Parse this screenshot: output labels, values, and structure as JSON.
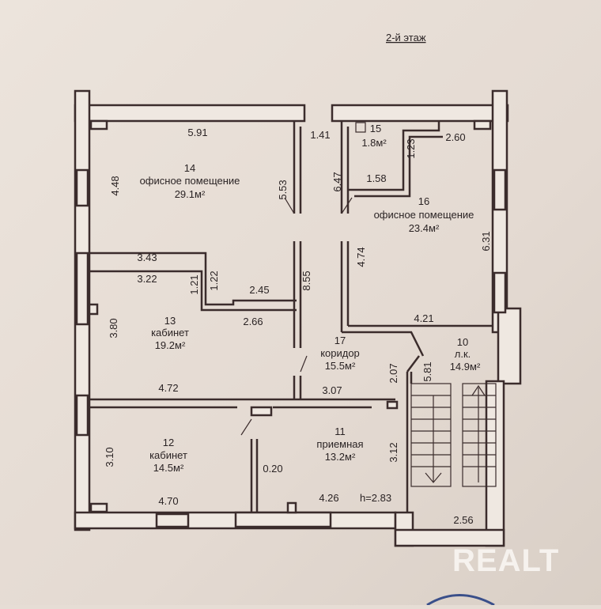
{
  "floor_title": "2-й этаж",
  "rooms": [
    {
      "number": "14",
      "name": "офисное помещение",
      "area": "29.1м²"
    },
    {
      "number": "15",
      "name": "",
      "area": "1.8м²"
    },
    {
      "number": "16",
      "name": "офисное помещение",
      "area": "23.4м²"
    },
    {
      "number": "13",
      "name": "кабинет",
      "area": "19.2м²"
    },
    {
      "number": "17",
      "name": "коридор",
      "area": "15.5м²"
    },
    {
      "number": "10",
      "name": "л.к.",
      "area": "14.9м²"
    },
    {
      "number": "12",
      "name": "кабинет",
      "area": "14.5м²"
    },
    {
      "number": "11",
      "name": "приемная",
      "area": "13.2м²"
    }
  ],
  "dimensions": [
    "5.91",
    "4.48",
    "5.53",
    "1.41",
    "6.47",
    "1.23",
    "2.60",
    "1.58",
    "4.74",
    "6.31",
    "3.43",
    "3.22",
    "1.21",
    "1.22",
    "2.45",
    "8.55",
    "2.66",
    "3.80",
    "4.21",
    "4.72",
    "3.07",
    "2.07",
    "5.81",
    "3.10",
    "0.20",
    "3.12",
    "4.70",
    "4.26",
    "2.56"
  ],
  "ceiling_height": "h=2.83",
  "watermark": "REALT"
}
